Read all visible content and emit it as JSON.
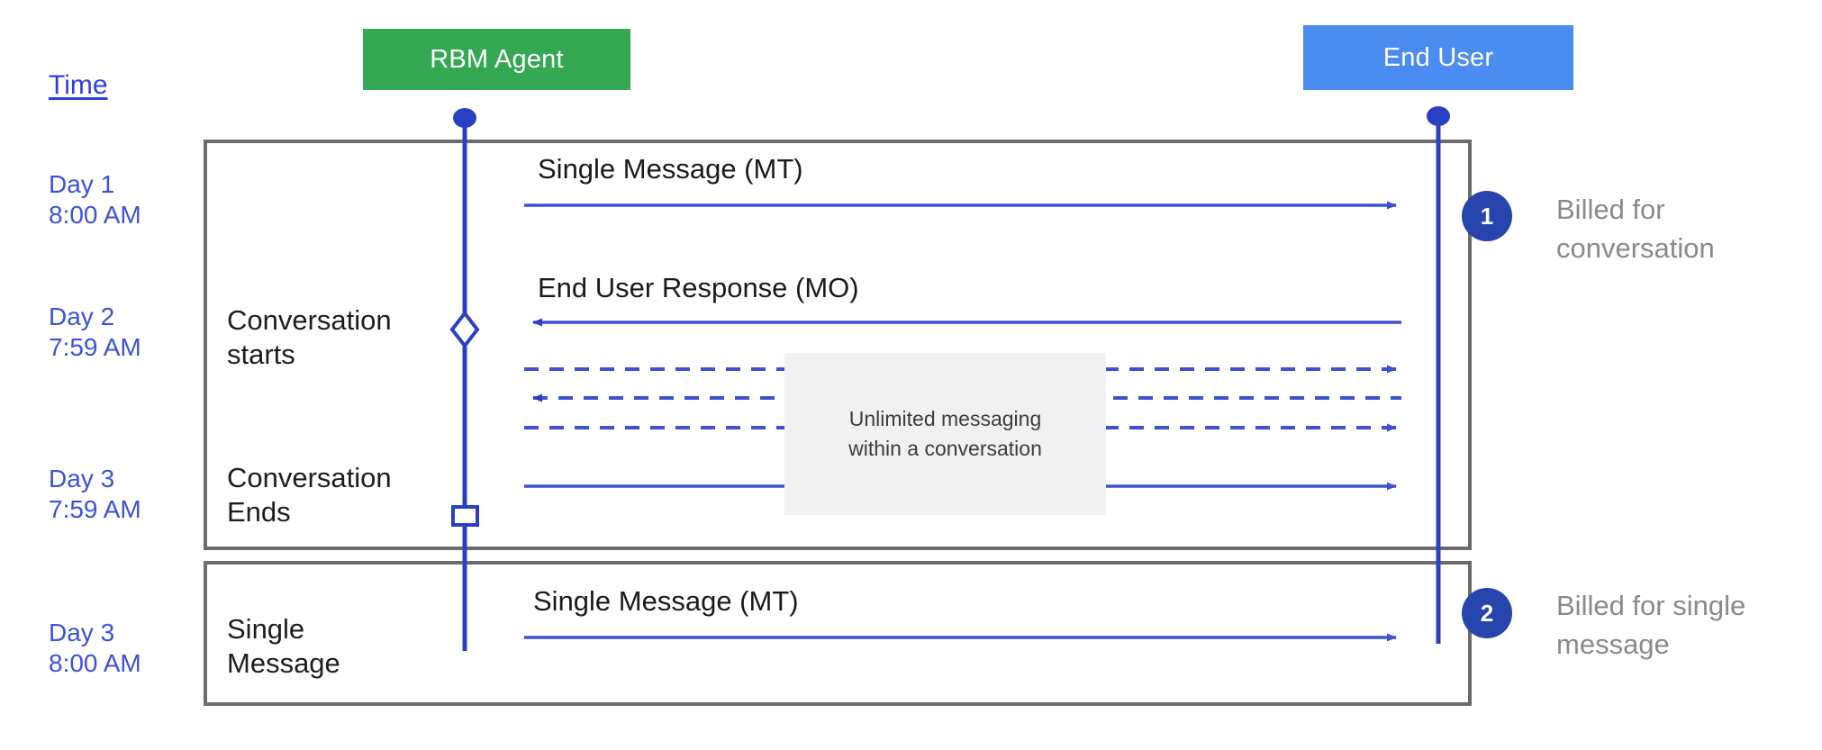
{
  "diagram": {
    "title_hidden": "RBM conversation billing timeline",
    "colors": {
      "agent_box": "#34a853",
      "user_box": "#4a8cf0",
      "lifeline": "#2b3fc4",
      "arrow": "#3f51cf",
      "frame": "#6b6b6b",
      "badge": "#2744ad",
      "time_text": "#3b53d6",
      "note_bg": "#f1f1f1",
      "right_text": "#8a8a8a"
    },
    "actors": [
      {
        "id": "rbm-agent",
        "label": "RBM Agent"
      },
      {
        "id": "end-user",
        "label": "End User"
      }
    ],
    "time_axis": {
      "header": "Time",
      "entries": [
        {
          "day": "Day 1",
          "time": "8:00 AM",
          "text": "Day 1\n8:00 AM"
        },
        {
          "day": "Day 2",
          "time": "7:59 AM",
          "text": "Day 2\n7:59 AM"
        },
        {
          "day": "Day 3",
          "time": "7:59 AM",
          "text": "Day 3\n7:59 AM"
        },
        {
          "day": "Day 3",
          "time": "8:00 AM",
          "text": "Day 3\n8:00 AM"
        }
      ]
    },
    "stage_labels": [
      {
        "id": "conversation-starts",
        "text": "Conversation\nstarts"
      },
      {
        "id": "conversation-ends",
        "text": "Conversation\nEnds"
      },
      {
        "id": "single-message",
        "text": "Single\nMessage"
      }
    ],
    "messages": [
      {
        "id": "single-message-mt-1",
        "label": "Single Message (MT)",
        "direction": "agent-to-user",
        "style": "solid"
      },
      {
        "id": "end-user-response-mo",
        "label": "End User Response (MO)",
        "direction": "user-to-agent",
        "style": "solid"
      },
      {
        "id": "unlimited-1",
        "label": "",
        "direction": "agent-to-user",
        "style": "dashed"
      },
      {
        "id": "unlimited-2",
        "label": "",
        "direction": "user-to-agent",
        "style": "dashed"
      },
      {
        "id": "unlimited-3",
        "label": "",
        "direction": "agent-to-user",
        "style": "dashed"
      },
      {
        "id": "unlimited-4",
        "label": "",
        "direction": "agent-to-user",
        "style": "solid"
      },
      {
        "id": "single-message-mt-2",
        "label": "Single Message (MT)",
        "direction": "agent-to-user",
        "style": "solid"
      }
    ],
    "note": {
      "text": "Unlimited messaging\nwithin a conversation"
    },
    "annotations": [
      {
        "badge": "1",
        "text": "Billed for\nconversation"
      },
      {
        "badge": "2",
        "text": "Billed for single\nmessage"
      }
    ]
  }
}
